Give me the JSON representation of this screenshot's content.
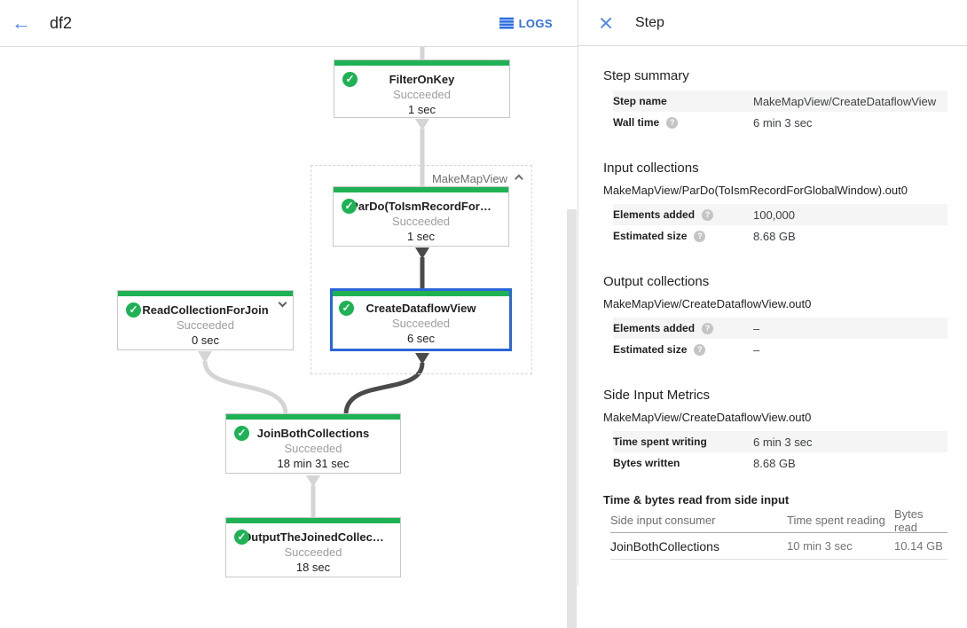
{
  "topbar": {
    "title": "df2",
    "logs_label": "LOGS"
  },
  "panel": {
    "title": "Step",
    "summary": {
      "heading": "Step summary",
      "rows": [
        {
          "label": "Step name",
          "value": "MakeMapView/CreateDataflowView"
        },
        {
          "label": "Wall time",
          "value": "6 min 3 sec"
        }
      ]
    },
    "input": {
      "heading": "Input collections",
      "collection": "MakeMapView/ParDo(ToIsmRecordForGlobalWindow).out0",
      "rows": [
        {
          "label": "Elements added",
          "value": "100,000"
        },
        {
          "label": "Estimated size",
          "value": "8.68 GB"
        }
      ]
    },
    "output": {
      "heading": "Output collections",
      "collection": "MakeMapView/CreateDataflowView.out0",
      "rows": [
        {
          "label": "Elements added",
          "value": "–"
        },
        {
          "label": "Estimated size",
          "value": "–"
        }
      ]
    },
    "side": {
      "heading": "Side Input Metrics",
      "collection": "MakeMapView/CreateDataflowView.out0",
      "rows": [
        {
          "label": "Time spent writing",
          "value": "6 min 3 sec"
        },
        {
          "label": "Bytes written",
          "value": "8.68 GB"
        }
      ]
    },
    "side_table": {
      "heading": "Time & bytes read from side input",
      "columns": [
        "Side input consumer",
        "Time spent reading",
        "Bytes read"
      ],
      "rows": [
        [
          "JoinBothCollections",
          "10 min 3 sec",
          "10.14 GB"
        ]
      ]
    }
  },
  "graph": {
    "group_label": "MakeMapView",
    "nodes": [
      {
        "name": "FilterOnKey",
        "status": "Succeeded",
        "time": "1 sec"
      },
      {
        "name": "ParDo(ToIsmRecordFor…",
        "status": "Succeeded",
        "time": "1 sec"
      },
      {
        "name": "CreateDataflowView",
        "status": "Succeeded",
        "time": "6 sec"
      },
      {
        "name": "ReadCollectionForJoin",
        "status": "Succeeded",
        "time": "0 sec"
      },
      {
        "name": "JoinBothCollections",
        "status": "Succeeded",
        "time": "18 min 31 sec"
      },
      {
        "name": "OutputTheJoinedCollec…",
        "status": "Succeeded",
        "time": "18 sec"
      }
    ],
    "check_glyph": "✓",
    "help_glyph": "?"
  },
  "colors": {
    "green": "#1fb254",
    "selected_blue": "#2b66d9",
    "link_blue": "#2f6fe0",
    "edge_light": "#d5d5d5",
    "edge_dark": "#4a4a4a"
  }
}
